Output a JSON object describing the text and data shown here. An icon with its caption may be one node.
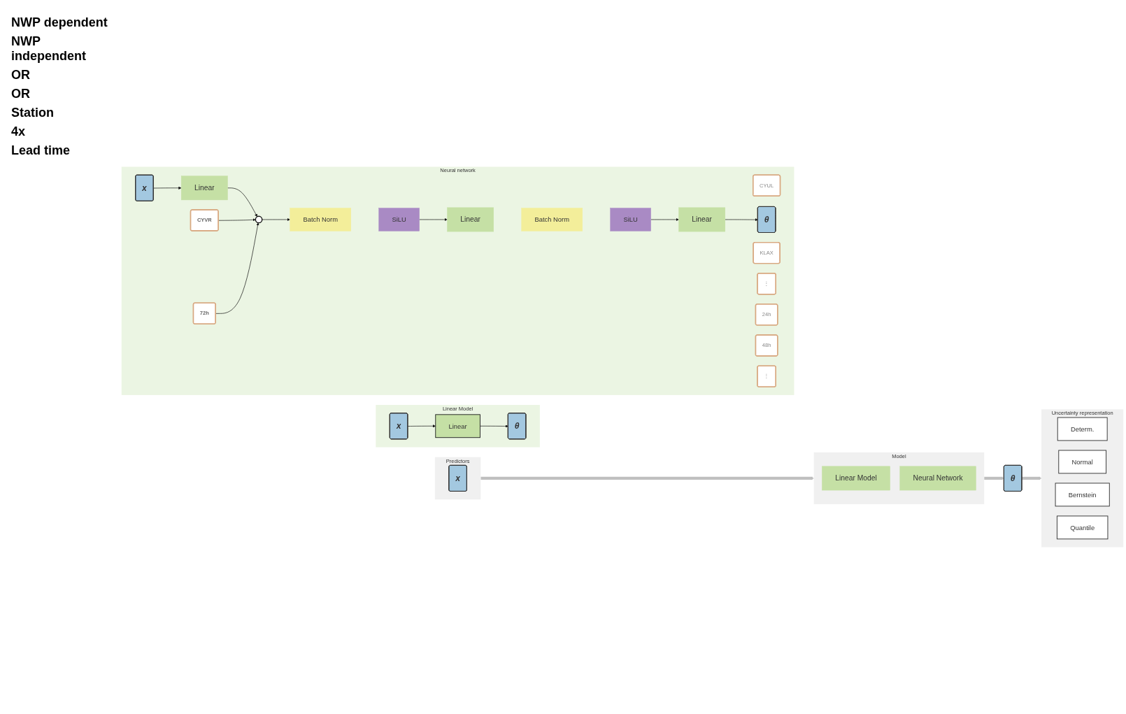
{
  "diagram": {
    "nodes": [
      {
        "text": [
          "Predictors"
        ]
      },
      {
        "text": [
          "x"
        ],
        "in": 0
      },
      {
        "text": [
          "Model"
        ]
      },
      {
        "text": [
          "Linear Model"
        ],
        "in": 2
      },
      {
        "text": [
          "Neural Network"
        ],
        "in": 2
      },
      {
        "text": [
          "θ"
        ]
      },
      {
        "text": [
          "Uncertainty representation"
        ]
      },
      {
        "text": [
          "Determ."
        ],
        "in": 6
      },
      {
        "text": [
          "Normal"
        ],
        "in": 6
      },
      {
        "text": [
          "Bernstein"
        ],
        "in": 6
      },
      {
        "text": [
          "Quantile"
        ],
        "in": 6
      },
      {
        "text": [
          "Linear Model"
        ]
      },
      {
        "text": [
          "x"
        ],
        "in": 11
      },
      {
        "text": [
          "Linear"
        ],
        "in": 11
      },
      {
        "text": [
          "θ"
        ],
        "in": 11
      },
      {
        "text": [
          "Neural network"
        ]
      },
      {
        "text": [
          "CYUL"
        ],
        "in": 15
      },
      {
        "text": [
          "CYVR"
        ],
        "in": 15
      },
      {
        "text": [
          "KLAX"
        ],
        "in": 15
      },
      {
        "text": [
          "⋮"
        ],
        "in": 15
      },
      {
        "text": [
          "x"
        ],
        "in": 15
      },
      {
        "text": [
          "Linear"
        ],
        "in": 15
      },
      {
        "text": [],
        "shape": "circle",
        "in": 15
      },
      {
        "text": [
          "Batch Norm"
        ],
        "in": 15
      },
      {
        "text": [
          "SiLU"
        ],
        "in": 15
      },
      {
        "text": [
          "Linear"
        ],
        "in": 15
      },
      {
        "text": [
          "Batch Norm"
        ],
        "in": 15
      },
      {
        "text": [
          "SiLU"
        ],
        "in": 15
      },
      {
        "text": [
          "Linear"
        ],
        "in": 15
      },
      {
        "text": [
          "θ"
        ],
        "in": 15
      },
      {
        "text": [
          "24h"
        ],
        "in": 15
      },
      {
        "text": [
          "48h"
        ],
        "in": 15
      },
      {
        "text": [
          "72h"
        ],
        "in": 15
      },
      {
        "text": [
          "⋮"
        ],
        "in": 15
      }
    ],
    "edges": [
      {
        "from": 0,
        "to": 2,
        "arrow": "to",
        "style": "thick",
        "color": "#bfbfbf"
      },
      {
        "from": 2,
        "to": 5,
        "arrow": "to",
        "style": "thick",
        "color": "#bfbfbf"
      },
      {
        "from": 5,
        "to": 6,
        "arrow": "to",
        "style": "thick",
        "color": "#bfbfbf"
      },
      {
        "from": 12,
        "to": 13,
        "arrow": "to"
      },
      {
        "from": 13,
        "to": 14,
        "arrow": "to"
      },
      {
        "from": 20,
        "to": 21,
        "arrow": "to"
      },
      {
        "from": 21,
        "to": 22,
        "arrow": "to"
      },
      {
        "from": 17,
        "to": 22,
        "arrow": "to"
      },
      {
        "from": 32,
        "to": 22,
        "arrow": "to"
      },
      {
        "from": 22,
        "to": 23,
        "arrow": "to"
      },
      {
        "from": 24,
        "to": 25,
        "arrow": "to"
      },
      {
        "from": 27,
        "to": 28,
        "arrow": "to"
      },
      {
        "from": 28,
        "to": 29,
        "arrow": "to"
      }
    ],
    "labels": [
      "NWP dependent",
      "NWP independent",
      "OR",
      "OR",
      "Station",
      "4x",
      "Lead time"
    ]
  }
}
